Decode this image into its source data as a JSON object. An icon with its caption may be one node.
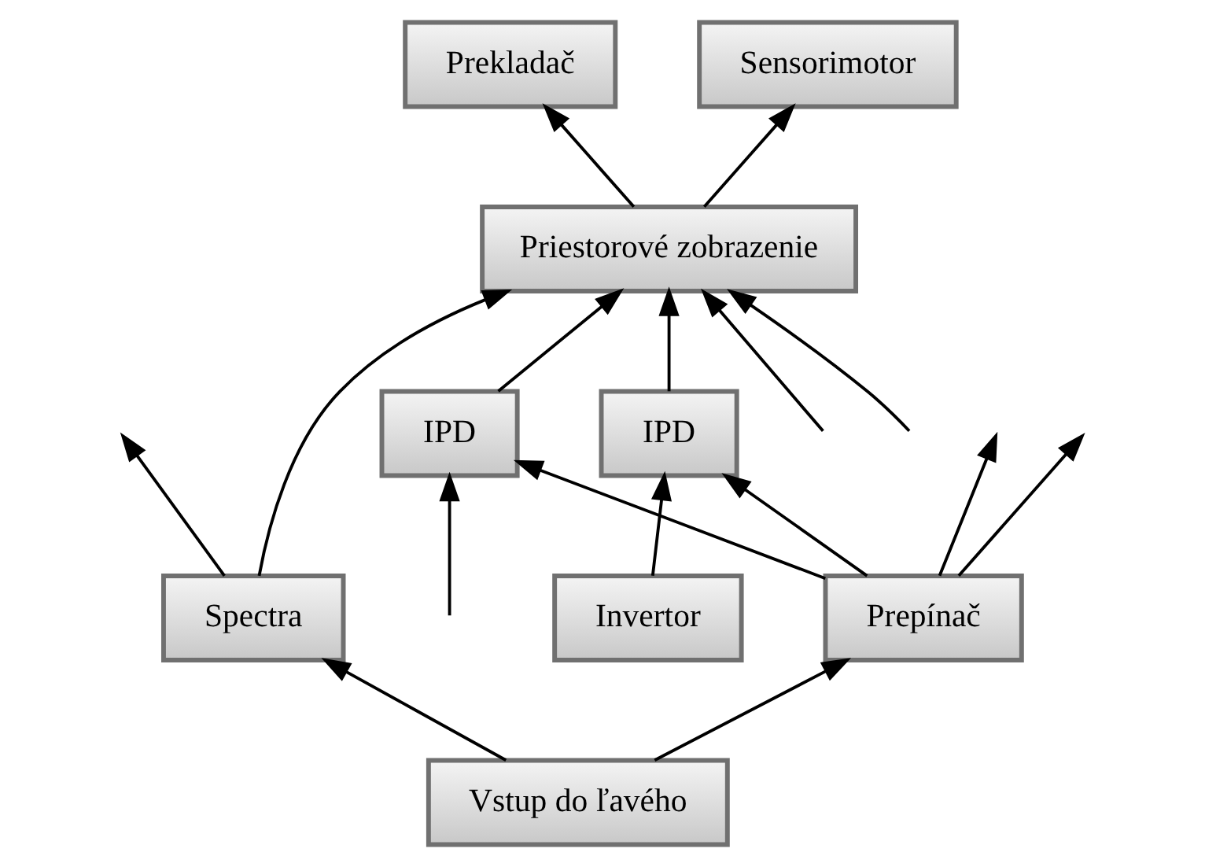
{
  "diagram": {
    "nodes": [
      {
        "text": [
          "Prekladač"
        ]
      },
      {
        "text": [
          "Sensorimotor"
        ]
      },
      {
        "text": [
          "Priestorové zobrazenie"
        ]
      },
      {
        "text": [
          "Spectra"
        ]
      },
      {
        "text": [
          "IPD"
        ]
      },
      {
        "text": [
          "IPD"
        ]
      },
      {
        "text": [
          "Vstup do ľavého"
        ]
      },
      {
        "text": [
          "Prepínač"
        ]
      },
      {
        "text": [
          "Invertor"
        ]
      }
    ],
    "edges": [
      {
        "from": 2,
        "to": 0,
        "arrow": "to"
      },
      {
        "from": 2,
        "to": 1,
        "arrow": "to"
      },
      {
        "from": 6,
        "to": 3,
        "arrow": "to"
      },
      {
        "from": 6,
        "to": 7,
        "arrow": "to"
      },
      {
        "from": 3,
        "to": 2,
        "arrow": "to"
      },
      {
        "from": 3,
        "to": null,
        "arrow": "to"
      },
      {
        "from": 4,
        "to": 2,
        "arrow": "to"
      },
      {
        "from": 5,
        "to": 2,
        "arrow": "to"
      },
      {
        "from": null,
        "to": 2,
        "arrow": "to"
      },
      {
        "from": null,
        "to": 2,
        "arrow": "to"
      },
      {
        "from": null,
        "to": 4,
        "arrow": "to"
      },
      {
        "from": 8,
        "to": 5,
        "arrow": "to"
      },
      {
        "from": 7,
        "to": 4,
        "arrow": "to"
      },
      {
        "from": 7,
        "to": 5,
        "arrow": "to"
      },
      {
        "from": 7,
        "to": null,
        "arrow": "to"
      },
      {
        "from": 7,
        "to": null,
        "arrow": "to"
      }
    ]
  }
}
